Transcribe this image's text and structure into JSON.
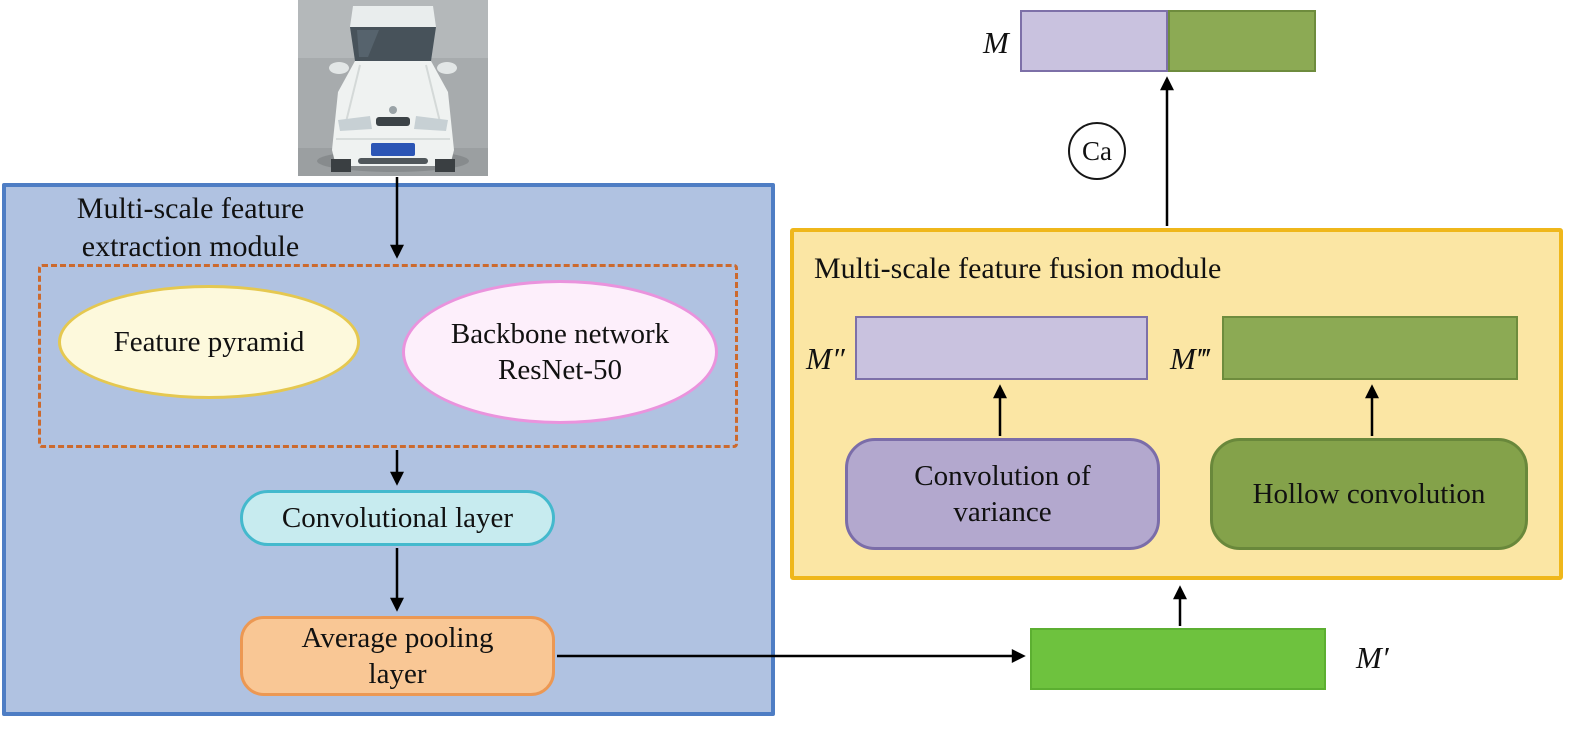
{
  "extraction": {
    "title_line1": "Multi-scale feature",
    "title_line2": "extraction module",
    "feature_pyramid_label": "Feature pyramid",
    "backbone_line1": "Backbone network",
    "backbone_line2": "ResNet-50",
    "conv_layer_label": "Convolutional layer",
    "avg_pool_line1": "Average pooling",
    "avg_pool_line2": "layer"
  },
  "fusion": {
    "title": "Multi-scale feature fusion module",
    "conv_variance_line1": "Convolution of",
    "conv_variance_line2": "variance",
    "hollow_conv_label": "Hollow convolution"
  },
  "labels": {
    "m": "M",
    "m_prime": "M′",
    "m_double_prime": "M″",
    "m_triple_prime": "M‴",
    "ca": "Ca"
  },
  "colors": {
    "extraction_fill": "#b0c2e1",
    "extraction_border": "#4e7dc4",
    "dashed_border": "#cc6a2e",
    "pyramid_fill": "#fdf9dc",
    "pyramid_border": "#e5c850",
    "backbone_fill": "#fdeffb",
    "backbone_border": "#ea93dd",
    "conv_fill": "#c7ebef",
    "conv_border": "#44b9cd",
    "pool_fill": "#f9c795",
    "pool_border": "#ec9853",
    "fusion_fill": "#fbe6a4",
    "fusion_border": "#efb71b",
    "purple_fill": "#c9c2df",
    "purple_border": "#7d70a8",
    "green_fill": "#8caa54",
    "green_border": "#6e8c3d",
    "variance_fill": "#b3a8ce",
    "variance_border": "#7b6da9",
    "hollow_fill": "#84a24a",
    "hollow_border": "#69883b",
    "mprime_fill": "#6ec23e",
    "mprime_border": "#5caf31",
    "arrow": "#000000"
  }
}
